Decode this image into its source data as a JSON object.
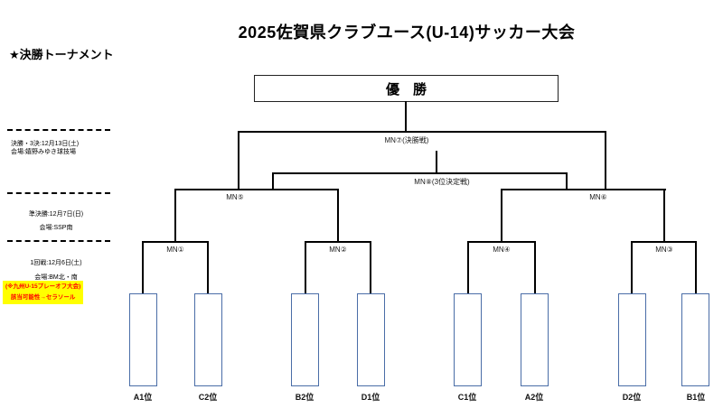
{
  "title": "2025佐賀県クラブユース(U-14)サッカー大会",
  "subtitle": "★決勝トーナメント",
  "champion_label": "優　勝",
  "matches": {
    "final": "MN⑦(決勝戦)",
    "third_place": "MN⑧(3位決定戦)",
    "semi_left": "MN⑤",
    "semi_right": "MN⑥",
    "round1_1": "MN①",
    "round1_2": "MN②",
    "round1_3": "MN④",
    "round1_4": "MN③"
  },
  "schedule": [
    {
      "line1": "決勝・3決:12月13日(土)",
      "line2": "会場:嬉野みゆき球技場"
    },
    {
      "line1": "準決勝:12月7日(日)",
      "line2": "会場:SSP南"
    },
    {
      "line1": "1回戦:12月6日(土)",
      "line2": "会場:BM北・南"
    }
  ],
  "playoff_note": {
    "line1": "(※九州U-15プレーオフ大会)",
    "line2": "該当可能性→セラソール"
  },
  "slots": [
    "A1位",
    "C2位",
    "B2位",
    "D1位",
    "C1位",
    "A2位",
    "D2位",
    "B1位"
  ],
  "colors": {
    "bracket_line": "#000000",
    "slot_border": "#4a6da7",
    "note_background": "#ffff00",
    "note_text": "#ff0000"
  }
}
